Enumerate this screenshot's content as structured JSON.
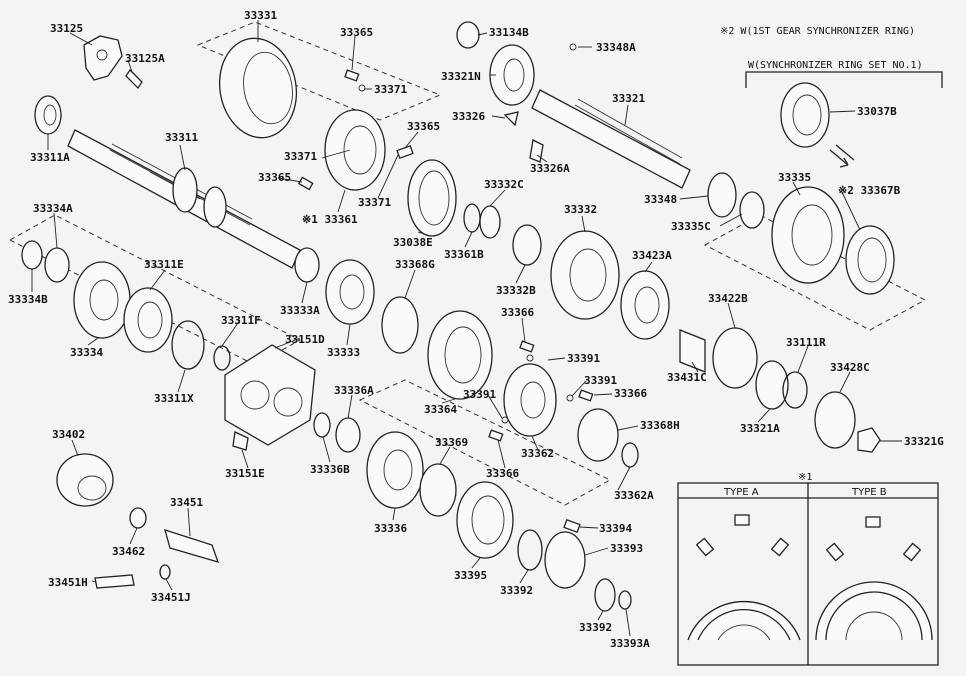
{
  "notes": {
    "note2": "※2 W(1ST GEAR SYNCHRONIZER RING)",
    "note_set": "W(SYNCHRONIZER RING SET NO.1)",
    "inset_mark": "※1",
    "type_a": "TYPE A",
    "type_b": "TYPE B"
  },
  "labels": {
    "l33125": "33125",
    "l33125A": "33125A",
    "l33331": "33331",
    "l33365a": "33365",
    "l33371a": "33371",
    "l33134B": "33134B",
    "l33348A": "33348A",
    "l33321N": "33321N",
    "l33321": "33321",
    "l33037B": "33037B",
    "l33311A": "33311A",
    "l33311": "33311",
    "l33326": "33326",
    "l33365b": "33365",
    "l33371b": "33371",
    "l33365c": "33365",
    "l33371c": "33371",
    "l33361": "※1 33361",
    "l33326A": "33326A",
    "l33332C": "33332C",
    "l33348": "33348",
    "l33335": "33335",
    "l33367B": "※2 33367B",
    "l33335C": "33335C",
    "l33334A": "33334A",
    "l33038E": "33038E",
    "l33361B": "33361B",
    "l33332": "33332",
    "l33311E": "33311E",
    "l33368G": "33368G",
    "l33423A": "33423A",
    "l33334B": "33334B",
    "l33332B": "33332B",
    "l33333A": "33333A",
    "l33311F": "33311F",
    "l33422B": "33422B",
    "l33366a": "33366",
    "l33151D": "33151D",
    "l33334": "33334",
    "l33333": "33333",
    "l33111R": "33111R",
    "l33391a": "33391",
    "l33428C": "33428C",
    "l33431C": "33431C",
    "l33391b": "33391",
    "l33311X": "33311X",
    "l33336A": "33336A",
    "l33391c": "33391",
    "l33366b": "33366",
    "l33402": "33402",
    "l33364": "33364",
    "l33321A": "33321A",
    "l33368H": "33368H",
    "l33321G": "33321G",
    "l33369": "33369",
    "l33362": "33362",
    "l33151E": "33151E",
    "l33336B": "33336B",
    "l33366c": "33366",
    "l33451": "33451",
    "l33362A": "33362A",
    "l33336": "33336",
    "l33394": "33394",
    "l33462": "33462",
    "l33393": "33393",
    "l33395": "33395",
    "l33451H": "33451H",
    "l33392a": "33392",
    "l33451J": "33451J",
    "l33392b": "33392",
    "l33393A": "33393A"
  }
}
